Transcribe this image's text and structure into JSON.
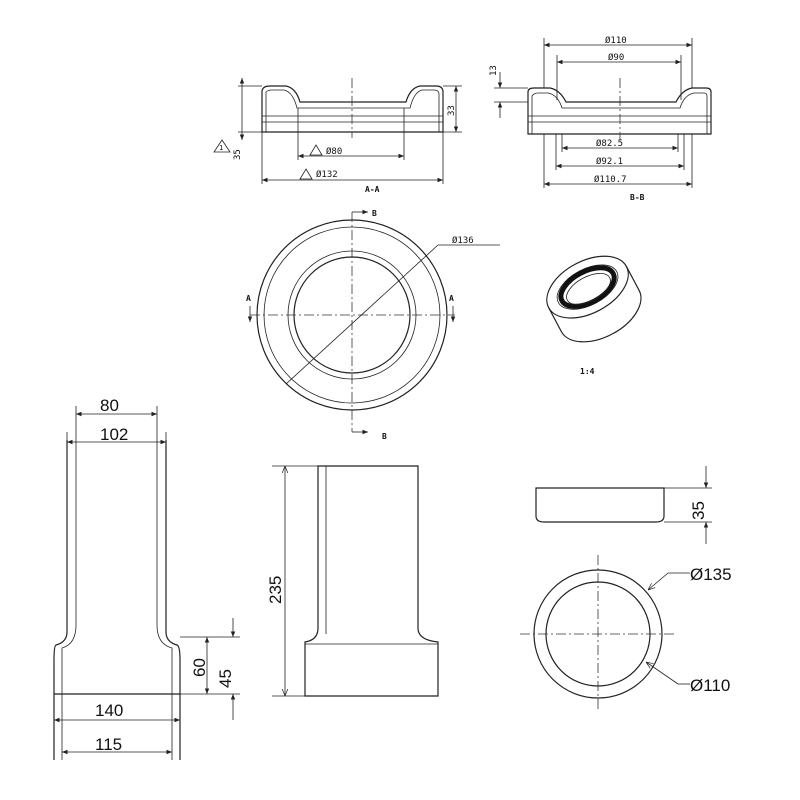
{
  "section_aa": {
    "label": "A-A",
    "dim_height_outer": "35",
    "dim_height_inner": "33",
    "dim_inner_dia": "Ø80",
    "dim_outer_dia": "Ø132",
    "note_marker": "1"
  },
  "section_bb": {
    "label": "B-B",
    "dim_top_height": "13",
    "dim_110": "Ø110",
    "dim_90": "Ø90",
    "dim_82_5": "Ø82.5",
    "dim_92_1": "Ø92.1",
    "dim_110_7": "Ø110.7"
  },
  "top_view": {
    "dim_136": "Ø136",
    "cut_a_left": "A",
    "cut_a_right": "A",
    "cut_b_top": "B",
    "cut_b_bottom": "B"
  },
  "iso_view": {
    "scale": "1:4"
  },
  "pipe_left": {
    "dim_80": "80",
    "dim_102": "102",
    "dim_140": "140",
    "dim_115": "115",
    "dim_60": "60",
    "dim_45": "45"
  },
  "pipe_mid": {
    "dim_235": "235"
  },
  "cap": {
    "dim_35": "35",
    "dim_135": "Ø135",
    "dim_110": "Ø110"
  }
}
